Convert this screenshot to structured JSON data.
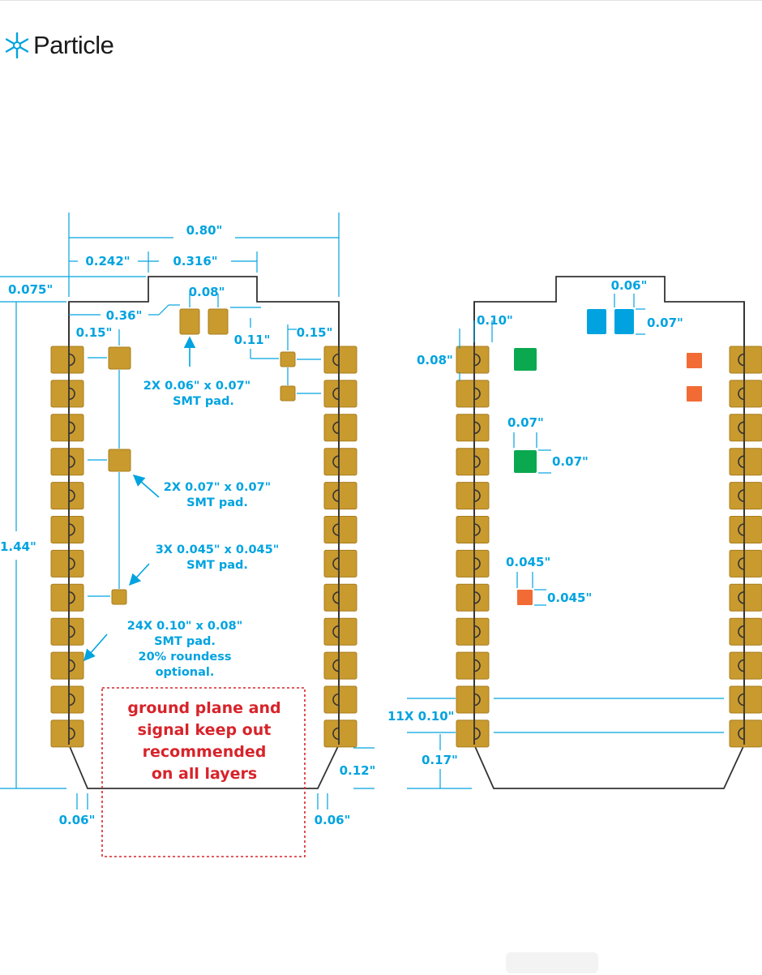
{
  "brand": {
    "name": "Particle",
    "icon": "particle-star-icon"
  },
  "colors": {
    "pad": "#c99a2e",
    "pad_stroke": "#a87d1e",
    "dimension": "#00a3e0",
    "outline": "#333333",
    "keepout": "#d8232a",
    "pad_blue": "#00a3e0",
    "pad_green": "#0aa84f",
    "pad_orange": "#f26b35"
  },
  "left_diagram": {
    "dimensions": {
      "overall_width": "0.80\"",
      "left_offset": "0.242\"",
      "notch_width": "0.316\"",
      "notch_depth": "0.075\"",
      "overall_height": "1.44\"",
      "pad_pair_spacing": "0.08\"",
      "inner_pad_offset": "0.36\"",
      "left_inner_col": "0.15\"",
      "right_inner_col": "0.15\"",
      "small_pad_offset": "0.11\"",
      "bottom_bevel_height": "0.12\"",
      "bottom_left_bevel": "0.06\"",
      "bottom_right_bevel": "0.06\""
    },
    "notes": {
      "pad_006": [
        "2X 0.06\" x 0.07\"",
        "SMT pad."
      ],
      "pad_007": [
        "2X 0.07\" x 0.07\"",
        "SMT pad."
      ],
      "pad_0045": [
        "3X 0.045\" x 0.045\"",
        "SMT pad."
      ],
      "edge_pads": [
        "24X 0.10\" x 0.08\"",
        "SMT pad.",
        "20% roundess",
        "optional."
      ]
    },
    "keepout": [
      "ground plane and",
      "signal keep out",
      "recommended",
      "on all layers"
    ]
  },
  "right_diagram": {
    "dimensions": {
      "blue_pad_width": "0.06\"",
      "blue_pad_height": "0.07\"",
      "edge_pad_length": "0.10\"",
      "edge_pad_height": "0.08\"",
      "green_pad_width": "0.07\"",
      "green_pad_height": "0.07\"",
      "orange_pad_width": "0.045\"",
      "orange_pad_height": "0.045\"",
      "pitch_label": "11X 0.10\"",
      "bottom_offset": "0.17\""
    }
  }
}
